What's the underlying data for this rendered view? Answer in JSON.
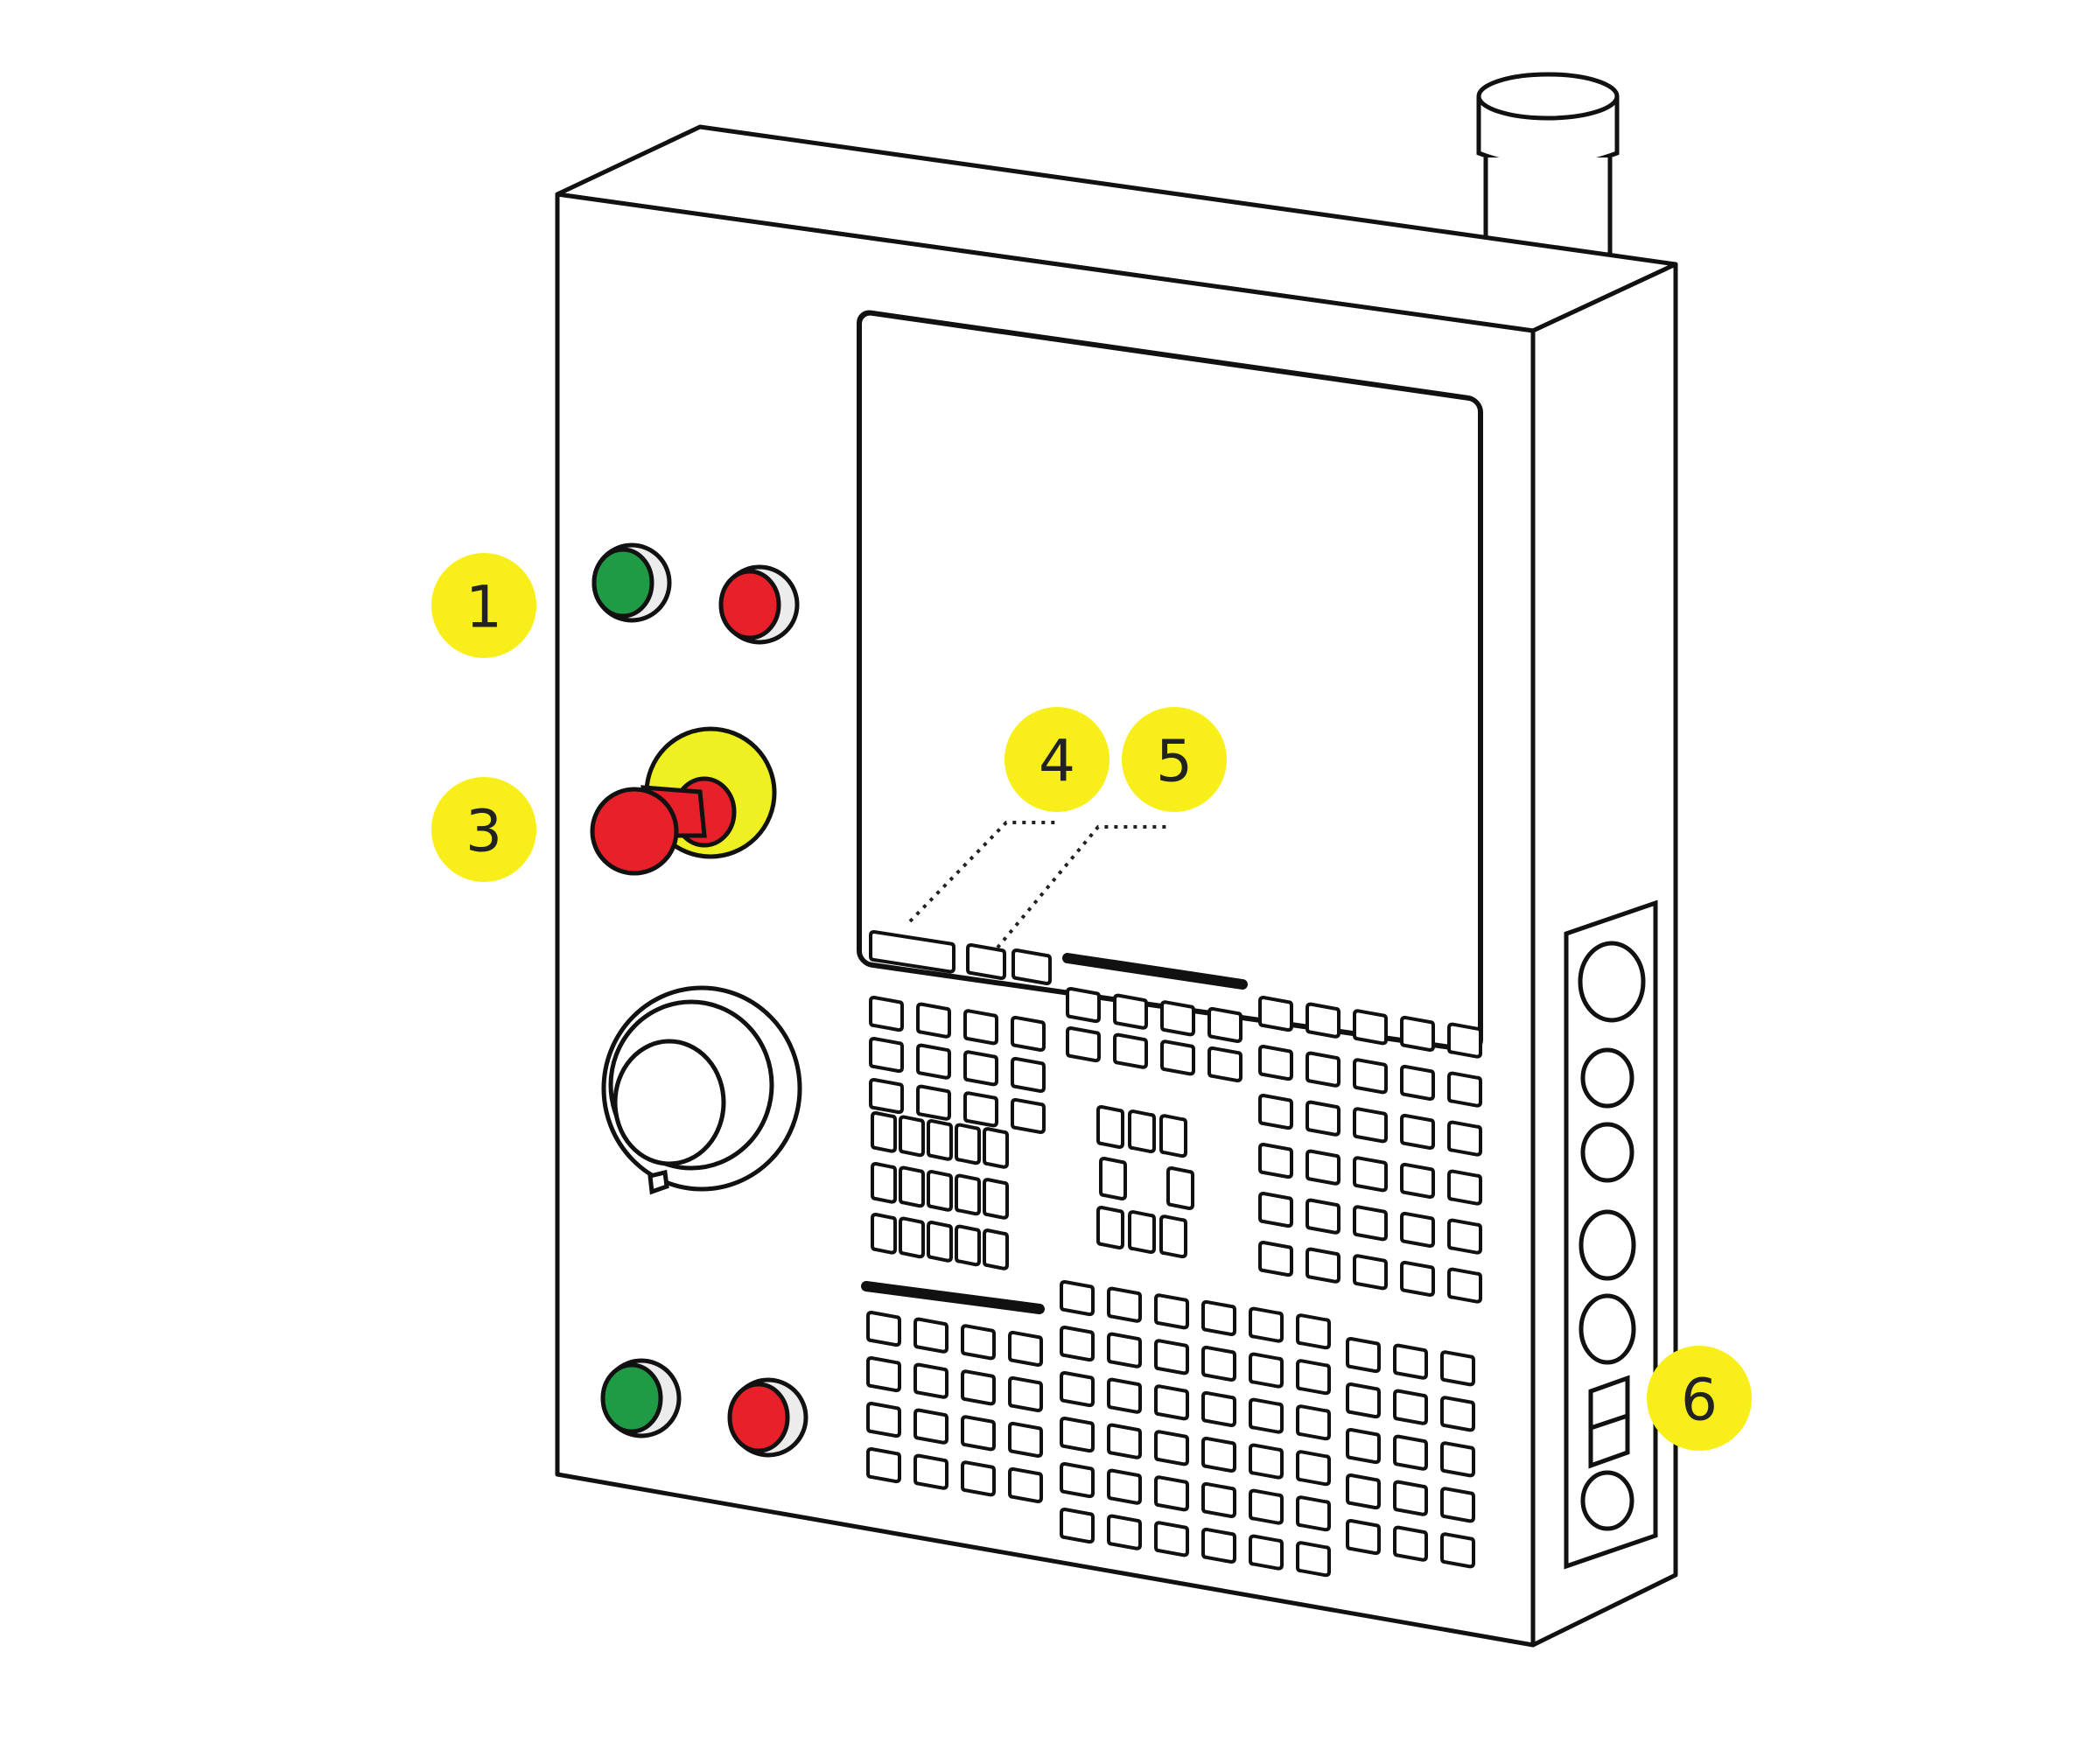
{
  "colors": {
    "outline": "#111111",
    "panel_fill": "#ffffff",
    "callout_fill": "#f8ef1a",
    "callout_text": "#222222",
    "start_button": "#1f9a45",
    "stop_button": "#e8202a",
    "estop_ring": "#eef022",
    "estop_button": "#e8202a",
    "shadow": "#ececec"
  },
  "icons": {
    "cycle_start_button": "green-push-button",
    "feed_hold_button": "red-push-button",
    "emergency_stop": "red-mushroom-button",
    "handwheel": "rotary-jog-handwheel",
    "beacon": "cylindrical-status-light"
  },
  "callouts": [
    {
      "id": "1",
      "label": "1"
    },
    {
      "id": "3",
      "label": "3"
    },
    {
      "id": "4",
      "label": "4"
    },
    {
      "id": "5",
      "label": "5"
    },
    {
      "id": "6",
      "label": "6"
    }
  ]
}
